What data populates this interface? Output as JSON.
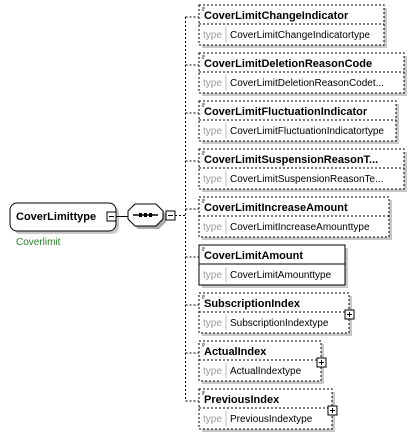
{
  "root": {
    "name": "CoverLimittype",
    "annotation": "Coverlimit"
  },
  "type_keyword": "type",
  "elements": [
    {
      "name": "CoverLimitChangeIndicator",
      "type": "CoverLimitChangeIndicatortype",
      "optional": true,
      "expandable": false
    },
    {
      "name": "CoverLimitDeletionReasonCode",
      "type": "CoverLimitDeletionReasonCodet...",
      "optional": true,
      "expandable": false
    },
    {
      "name": "CoverLimitFluctuationIndicator",
      "type": "CoverLimitFluctuationIndicatortype",
      "optional": true,
      "expandable": false
    },
    {
      "name": "CoverLimitSuspensionReasonT...",
      "type": "CoverLimitSuspensionReasonTe...",
      "optional": true,
      "expandable": false
    },
    {
      "name": "CoverLimitIncreaseAmount",
      "type": "CoverLimitIncreaseAmounttype",
      "optional": true,
      "expandable": false
    },
    {
      "name": "CoverLimitAmount",
      "type": "CoverLimitAmounttype",
      "optional": false,
      "expandable": false
    },
    {
      "name": "SubscriptionIndex",
      "type": "SubscriptionIndextype",
      "optional": true,
      "expandable": true
    },
    {
      "name": "ActualIndex",
      "type": "ActualIndextype",
      "optional": true,
      "expandable": true
    },
    {
      "name": "PreviousIndex",
      "type": "PreviousIndextype",
      "optional": true,
      "expandable": true
    }
  ]
}
